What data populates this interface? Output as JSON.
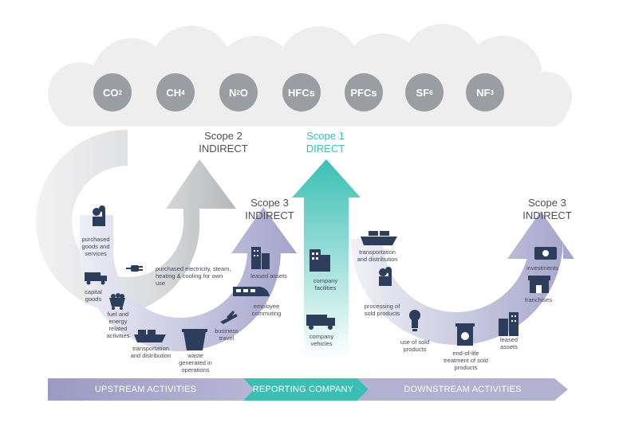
{
  "gases": [
    {
      "main": "CO",
      "sub": "2"
    },
    {
      "main": "CH",
      "sub": "4"
    },
    {
      "main": "N",
      "sub": "2",
      "tail": "O"
    },
    {
      "main": "HFCs",
      "sub": ""
    },
    {
      "main": "PFCs",
      "sub": ""
    },
    {
      "main": "SF",
      "sub": "6"
    },
    {
      "main": "NF",
      "sub": "3"
    }
  ],
  "scopes": {
    "scope2": {
      "title": "Scope 2",
      "type": "INDIRECT"
    },
    "scope1": {
      "title": "Scope 1",
      "type": "DIRECT"
    },
    "scope3_upstream": {
      "title": "Scope 3",
      "type": "INDIRECT"
    },
    "scope3_downstream": {
      "title": "Scope 3",
      "type": "INDIRECT"
    }
  },
  "upstream": {
    "purchased_goods": "purchased goods and services",
    "capital_goods": "capital goods",
    "fuel_energy": "fuel and energy related activities",
    "transport": "transportation and distribution",
    "waste": "waste generated in operations",
    "business_travel": "business travel",
    "commuting": "employee commuting",
    "leased_assets": "leased assets",
    "purchased_electricity": "purchased electricity, steam, heating & cooling for own use"
  },
  "company": {
    "facilities": "company facilities",
    "vehicles": "company vehicles"
  },
  "downstream": {
    "transport": "transportation and distribution",
    "processing": "processing of sold products",
    "use": "use of sold products",
    "end_of_life": "end-of-life treatment of sold products",
    "leased_assets": "leased assets",
    "franchises": "franchises",
    "investments": "investments"
  },
  "bands": {
    "upstream": "UPSTREAM ACTIVITIES",
    "reporting": "REPORTING COMPANY",
    "downstream": "DOWNSTREAM ACTIVITIES"
  },
  "colors": {
    "navy": "#2d3e5c",
    "lavender": "#a7a6cc",
    "teal": "#3bbfb4",
    "gray": "#b9bbbe",
    "cloud": "#eeeeef"
  }
}
